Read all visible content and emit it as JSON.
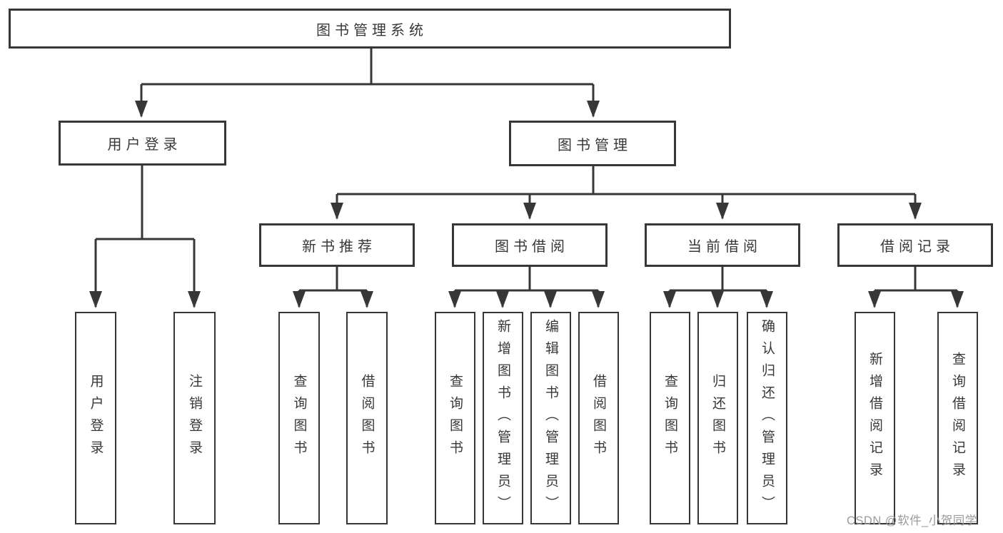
{
  "diagram": {
    "root": "图书管理系统",
    "level2": [
      "用户登录",
      "图书管理"
    ],
    "level3": [
      "新书推荐",
      "图书借阅",
      "当前借阅",
      "借阅记录"
    ],
    "level4": {
      "user_login": [
        "用户登录",
        "注销登录"
      ],
      "new_book_recommend": [
        "查询图书",
        "借阅图书"
      ],
      "book_borrow": [
        "查询图书",
        "新增图书（管理员）",
        "编辑图书（管理员）",
        "借阅图书"
      ],
      "current_borrow": [
        "查询图书",
        "归还图书",
        "确认归还（管理员）"
      ],
      "borrow_records": [
        "新增借阅记录",
        "查询借阅记录"
      ]
    }
  },
  "watermark": "CSDN @软件_小贺同学",
  "colors": {
    "line": "#373737",
    "text": "#383838",
    "watermark": "#9b9b9b",
    "background": "#ffffff"
  }
}
